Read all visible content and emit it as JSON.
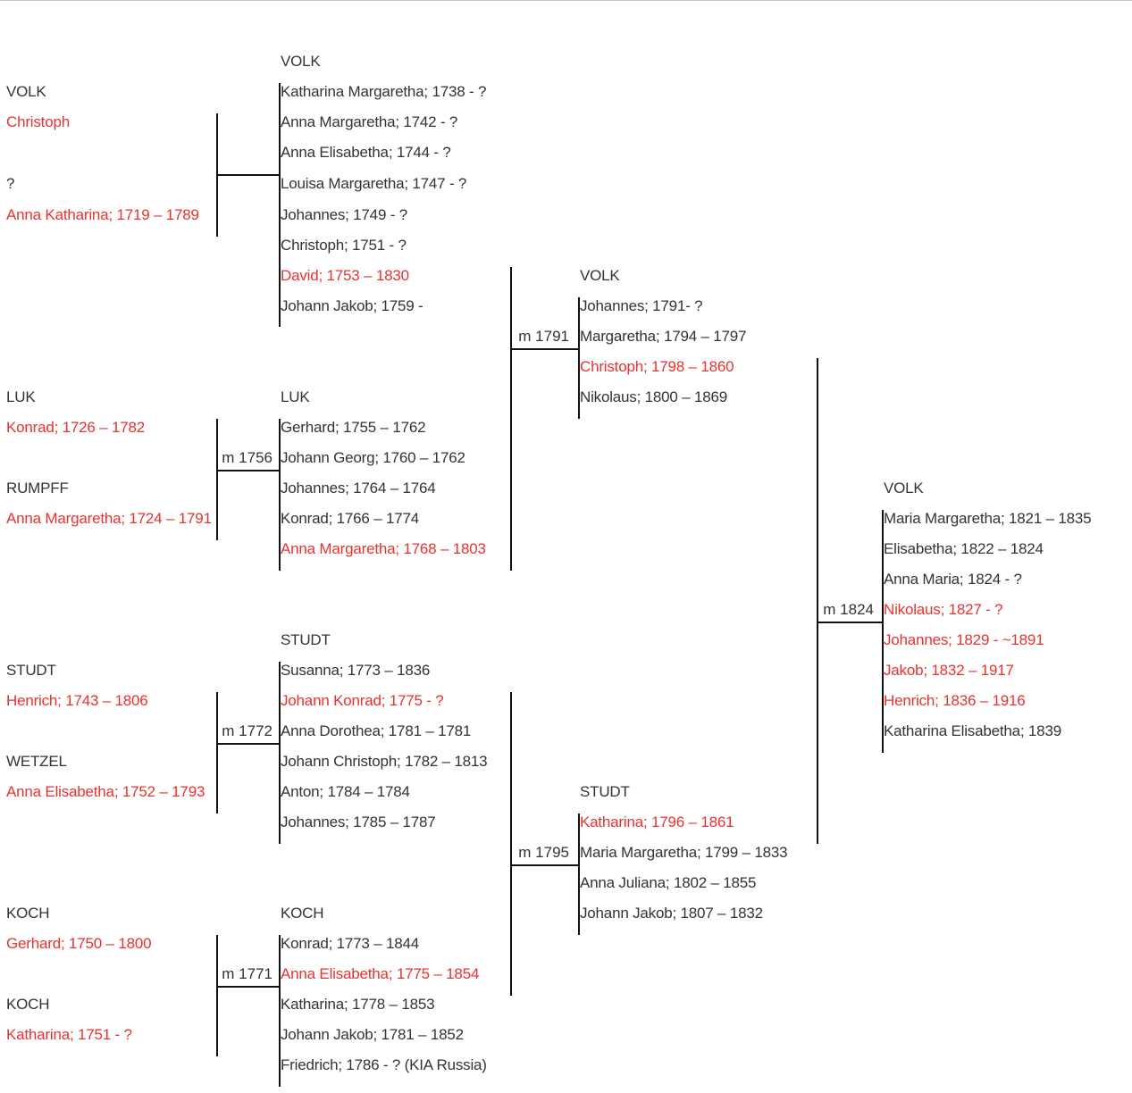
{
  "colors": {
    "ancestor_line": "#e8322f",
    "text": "#333333",
    "connector": "#111111"
  },
  "groups": [
    {
      "id": "volk-grandparents",
      "persons": [
        {
          "surname": "VOLK",
          "given": "Christoph",
          "direct": true
        },
        {
          "surname": "?",
          "given": "Anna Katharina; 1719 – 1789",
          "direct": true
        }
      ],
      "marriage": "",
      "children_surname": "VOLK",
      "children": [
        {
          "text": "Katharina Margaretha; 1738 - ?",
          "direct": false
        },
        {
          "text": "Anna Margaretha; 1742 - ?",
          "direct": false
        },
        {
          "text": "Anna Elisabetha; 1744 - ?",
          "direct": false
        },
        {
          "text": "Louisa Margaretha; 1747 - ?",
          "direct": false
        },
        {
          "text": "Johannes; 1749 - ?",
          "direct": false
        },
        {
          "text": "Christoph; 1751 - ?",
          "direct": false
        },
        {
          "text": "David; 1753 – 1830",
          "direct": true
        },
        {
          "text": "Johann Jakob; 1759 -",
          "direct": false
        }
      ]
    },
    {
      "id": "luk-grandparents",
      "persons": [
        {
          "surname": "LUK",
          "given": "Konrad; 1726 – 1782",
          "direct": true
        },
        {
          "surname": "RUMPFF",
          "given": "Anna Margaretha; 1724 – 1791",
          "direct": true
        }
      ],
      "marriage": "m 1756",
      "children_surname": "LUK",
      "children": [
        {
          "text": "Gerhard; 1755 – 1762",
          "direct": false
        },
        {
          "text": "Johann Georg; 1760 – 1762",
          "direct": false
        },
        {
          "text": "Johannes; 1764 – 1764",
          "direct": false
        },
        {
          "text": "Konrad; 1766 – 1774",
          "direct": false
        },
        {
          "text": "Anna Margaretha; 1768 – 1803",
          "direct": true
        }
      ]
    },
    {
      "id": "studt-grandparents",
      "persons": [
        {
          "surname": "STUDT",
          "given": "Henrich; 1743 – 1806",
          "direct": true
        },
        {
          "surname": "WETZEL",
          "given": "Anna Elisabetha; 1752 – 1793",
          "direct": true
        }
      ],
      "marriage": "m 1772",
      "children_surname": "STUDT",
      "children": [
        {
          "text": "Susanna; 1773 – 1836",
          "direct": false
        },
        {
          "text": "Johann Konrad; 1775 - ?",
          "direct": true
        },
        {
          "text": "Anna Dorothea; 1781 – 1781",
          "direct": false
        },
        {
          "text": "Johann Christoph; 1782 – 1813",
          "direct": false
        },
        {
          "text": "Anton; 1784 – 1784",
          "direct": false
        },
        {
          "text": "Johannes; 1785 – 1787",
          "direct": false
        }
      ]
    },
    {
      "id": "koch-grandparents",
      "persons": [
        {
          "surname": "KOCH",
          "given": "Gerhard; 1750 – 1800",
          "direct": true
        },
        {
          "surname": "KOCH",
          "given": "Katharina; 1751 - ?",
          "direct": true
        }
      ],
      "marriage": "m 1771",
      "children_surname": "KOCH",
      "children": [
        {
          "text": "Konrad; 1773 – 1844",
          "direct": false
        },
        {
          "text": "Anna Elisabetha; 1775 – 1854",
          "direct": true
        },
        {
          "text": "Katharina; 1778 – 1853",
          "direct": false
        },
        {
          "text": "Johann Jakob; 1781 – 1852",
          "direct": false
        },
        {
          "text": "Friedrich; 1786 - ? (KIA Russia)",
          "direct": false
        }
      ]
    },
    {
      "id": "volk-parents",
      "marriage": "m 1791",
      "children_surname": "VOLK",
      "children": [
        {
          "text": "Johannes; 1791- ?",
          "direct": false
        },
        {
          "text": "Margaretha; 1794 – 1797",
          "direct": false
        },
        {
          "text": "Christoph; 1798 – 1860",
          "direct": true
        },
        {
          "text": "Nikolaus; 1800 – 1869",
          "direct": false
        }
      ]
    },
    {
      "id": "studt-parents",
      "marriage": "m 1795",
      "children_surname": "STUDT",
      "children": [
        {
          "text": "Katharina; 1796 – 1861",
          "direct": true
        },
        {
          "text": "Maria Margaretha; 1799 – 1833",
          "direct": false
        },
        {
          "text": "Anna Juliana; 1802 – 1855",
          "direct": false
        },
        {
          "text": "Johann Jakob; 1807 – 1832",
          "direct": false
        }
      ]
    },
    {
      "id": "volk-final",
      "marriage": "m 1824",
      "children_surname": "VOLK",
      "children": [
        {
          "text": "Maria Margaretha; 1821 – 1835",
          "direct": false
        },
        {
          "text": "Elisabetha; 1822 – 1824",
          "direct": false
        },
        {
          "text": "Anna Maria; 1824 - ?",
          "direct": false
        },
        {
          "text": "Nikolaus; 1827 - ?",
          "direct": true
        },
        {
          "text": "Johannes; 1829 - ~1891",
          "direct": true
        },
        {
          "text": "Jakob; 1832 – 1917",
          "direct": true
        },
        {
          "text": "Henrich; 1836 – 1916",
          "direct": true
        },
        {
          "text": "Katharina Elisabetha; 1839",
          "direct": false
        }
      ]
    }
  ]
}
